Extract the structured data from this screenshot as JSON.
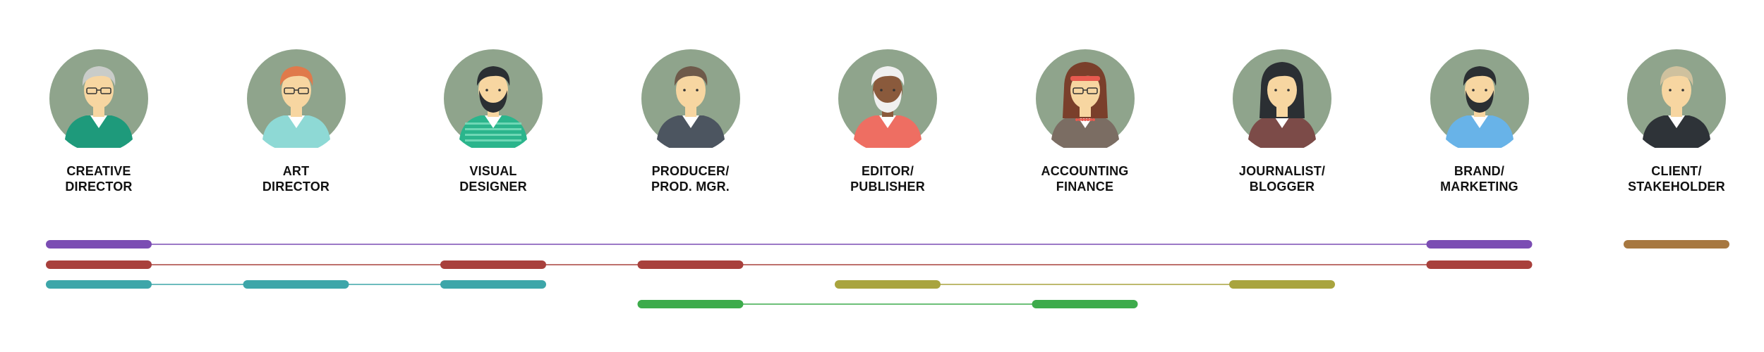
{
  "roles": [
    {
      "line1": "CREATIVE",
      "line2": "DIRECTOR",
      "avatar": "avatar-gray-hair-glasses-green-jacket",
      "hair": "#c9ccc9",
      "shirt": "#1e9a7b",
      "glasses": true
    },
    {
      "line1": "ART",
      "line2": "DIRECTOR",
      "avatar": "avatar-red-hair-glasses-teal-shirt",
      "hair": "#e07a4b",
      "shirt": "#8ed9d5",
      "glasses": true
    },
    {
      "line1": "VISUAL",
      "line2": "DESIGNER",
      "avatar": "avatar-black-hair-beard-striped-shirt",
      "hair": "#2b2f33",
      "shirt": "#2bb58c",
      "beard": true,
      "stripes": true
    },
    {
      "line1": "PRODUCER/",
      "line2": "PROD. MGR.",
      "avatar": "avatar-long-brown-hair-suit",
      "hair": "#6e5a4a",
      "shirt": "#4c5560"
    },
    {
      "line1": "EDITOR/",
      "line2": "PUBLISHER",
      "avatar": "avatar-white-hair-beard-dark-skin",
      "hair": "#f0f0f0",
      "shirt": "#ee6e62",
      "beard": true,
      "dark_skin": true
    },
    {
      "line1": "ACCOUNTING",
      "line2": "FINANCE",
      "avatar": "avatar-brown-hair-headband-glasses-necklace",
      "hair": "#7a3f2b",
      "shirt": "#7b6d63",
      "glasses": true,
      "headband": true
    },
    {
      "line1": "JOURNALIST/",
      "line2": "BLOGGER",
      "avatar": "avatar-black-long-hair-brown-top",
      "hair": "#2b2f33",
      "shirt": "#7c4b48",
      "long_hair": true
    },
    {
      "line1": "BRAND/",
      "line2": "MARKETING",
      "avatar": "avatar-black-hair-beard-blue-shirt",
      "hair": "#2b2f33",
      "shirt": "#68b3e8",
      "beard": true
    },
    {
      "line1": "CLIENT/",
      "line2": "STAKEHOLDER",
      "avatar": "avatar-blond-hair-dark-suit",
      "hair": "#cfc19e",
      "shirt": "#2e3338"
    }
  ],
  "lanes": [
    {
      "color": "#7b4db3",
      "members": [
        0,
        7
      ]
    },
    {
      "color": "#a8403c",
      "members": [
        0,
        2,
        3,
        7
      ]
    },
    {
      "color": "#3da6a9",
      "members": [
        0,
        1,
        2
      ]
    },
    {
      "color": "#a9a43e",
      "members": [
        4,
        6
      ]
    },
    {
      "color": "#3dab4b",
      "members": [
        3,
        5
      ]
    },
    {
      "color": "#a77840",
      "members": [
        8
      ]
    }
  ],
  "colors": {
    "avatar_bg": "#8fa48c",
    "skin": "#f7d6a1",
    "dark_skin": "#8a5a3c",
    "text": "#111111"
  }
}
